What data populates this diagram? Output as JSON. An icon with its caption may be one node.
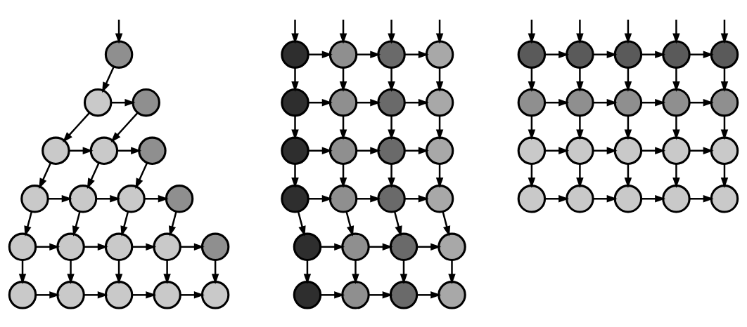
{
  "diagram": {
    "nodes": [
      {
        "text": [],
        "shape": "circle"
      },
      {
        "text": [],
        "shape": "circle"
      },
      {
        "text": [],
        "shape": "circle"
      },
      {
        "text": [],
        "shape": "circle"
      },
      {
        "text": [],
        "shape": "circle"
      },
      {
        "text": [],
        "shape": "circle"
      },
      {
        "text": [],
        "shape": "circle"
      },
      {
        "text": [],
        "shape": "circle"
      },
      {
        "text": [],
        "shape": "circle"
      },
      {
        "text": [],
        "shape": "circle"
      },
      {
        "text": [],
        "shape": "circle"
      },
      {
        "text": [],
        "shape": "circle"
      },
      {
        "text": [],
        "shape": "circle"
      },
      {
        "text": [],
        "shape": "circle"
      },
      {
        "text": [],
        "shape": "circle"
      },
      {
        "text": [],
        "shape": "circle"
      },
      {
        "text": [],
        "shape": "circle"
      },
      {
        "text": [],
        "shape": "circle"
      },
      {
        "text": [],
        "shape": "circle"
      },
      {
        "text": [],
        "shape": "circle"
      },
      {
        "text": [],
        "shape": "circle"
      },
      {
        "text": [],
        "shape": "circle"
      },
      {
        "text": [],
        "shape": "circle"
      },
      {
        "text": [],
        "shape": "circle"
      },
      {
        "text": [],
        "shape": "circle"
      },
      {
        "text": [],
        "shape": "circle"
      },
      {
        "text": [],
        "shape": "circle"
      },
      {
        "text": [],
        "shape": "circle"
      },
      {
        "text": [],
        "shape": "circle"
      },
      {
        "text": [],
        "shape": "circle"
      },
      {
        "text": [],
        "shape": "circle"
      },
      {
        "text": [],
        "shape": "circle"
      },
      {
        "text": [],
        "shape": "circle"
      },
      {
        "text": [],
        "shape": "circle"
      },
      {
        "text": [],
        "shape": "circle"
      },
      {
        "text": [],
        "shape": "circle"
      },
      {
        "text": [],
        "shape": "circle"
      },
      {
        "text": [],
        "shape": "circle"
      },
      {
        "text": [],
        "shape": "circle"
      },
      {
        "text": [],
        "shape": "circle"
      },
      {
        "text": [],
        "shape": "circle"
      },
      {
        "text": [],
        "shape": "circle"
      },
      {
        "text": [],
        "shape": "circle"
      },
      {
        "text": [],
        "shape": "circle"
      },
      {
        "text": [],
        "shape": "circle"
      },
      {
        "text": [],
        "shape": "circle"
      },
      {
        "text": [],
        "shape": "circle"
      },
      {
        "text": [],
        "shape": "circle"
      },
      {
        "text": [],
        "shape": "circle"
      },
      {
        "text": [],
        "shape": "circle"
      },
      {
        "text": [],
        "shape": "circle"
      },
      {
        "text": [],
        "shape": "circle"
      },
      {
        "text": [],
        "shape": "circle"
      },
      {
        "text": [],
        "shape": "circle"
      },
      {
        "text": [],
        "shape": "circle"
      },
      {
        "text": [],
        "shape": "circle"
      },
      {
        "text": [],
        "shape": "circle"
      },
      {
        "text": [],
        "shape": "circle"
      },
      {
        "text": [],
        "shape": "circle"
      },
      {
        "text": [],
        "shape": "circle"
      },
      {
        "text": [],
        "shape": "circle"
      },
      {
        "text": [],
        "shape": "circle"
      },
      {
        "text": [],
        "shape": "circle"
      },
      {
        "text": [],
        "shape": "circle"
      }
    ],
    "edges": [
      {
        "from": null,
        "to": 0,
        "arrow": "to"
      },
      {
        "from": 0,
        "to": 1,
        "arrow": "to"
      },
      {
        "from": 1,
        "to": 2,
        "arrow": "to"
      },
      {
        "from": 1,
        "to": 3,
        "arrow": "to"
      },
      {
        "from": 2,
        "to": 4,
        "arrow": "to"
      },
      {
        "from": 3,
        "to": 4,
        "arrow": "to"
      },
      {
        "from": 4,
        "to": 5,
        "arrow": "to"
      },
      {
        "from": 3,
        "to": 6,
        "arrow": "to"
      },
      {
        "from": 4,
        "to": 7,
        "arrow": "to"
      },
      {
        "from": 5,
        "to": 8,
        "arrow": "to"
      },
      {
        "from": 6,
        "to": 7,
        "arrow": "to"
      },
      {
        "from": 7,
        "to": 8,
        "arrow": "to"
      },
      {
        "from": 8,
        "to": 9,
        "arrow": "to"
      },
      {
        "from": 6,
        "to": 10,
        "arrow": "to"
      },
      {
        "from": 7,
        "to": 11,
        "arrow": "to"
      },
      {
        "from": 8,
        "to": 12,
        "arrow": "to"
      },
      {
        "from": 9,
        "to": 13,
        "arrow": "to"
      },
      {
        "from": 10,
        "to": 11,
        "arrow": "to"
      },
      {
        "from": 11,
        "to": 12,
        "arrow": "to"
      },
      {
        "from": 12,
        "to": 13,
        "arrow": "to"
      },
      {
        "from": 13,
        "to": 14,
        "arrow": "to"
      },
      {
        "from": 10,
        "to": 15,
        "arrow": "to"
      },
      {
        "from": 11,
        "to": 16,
        "arrow": "to"
      },
      {
        "from": 12,
        "to": 17,
        "arrow": "to"
      },
      {
        "from": 13,
        "to": 18,
        "arrow": "to"
      },
      {
        "from": 14,
        "to": 19,
        "arrow": "to"
      },
      {
        "from": 15,
        "to": 16,
        "arrow": "to"
      },
      {
        "from": 16,
        "to": 17,
        "arrow": "to"
      },
      {
        "from": 17,
        "to": 18,
        "arrow": "to"
      },
      {
        "from": 18,
        "to": 19,
        "arrow": "to"
      },
      {
        "from": null,
        "to": 20,
        "arrow": "to"
      },
      {
        "from": null,
        "to": 21,
        "arrow": "to"
      },
      {
        "from": null,
        "to": 22,
        "arrow": "to"
      },
      {
        "from": null,
        "to": 23,
        "arrow": "to"
      },
      {
        "from": 20,
        "to": 21,
        "arrow": "to"
      },
      {
        "from": 21,
        "to": 22,
        "arrow": "to"
      },
      {
        "from": 22,
        "to": 23,
        "arrow": "to"
      },
      {
        "from": 20,
        "to": 24,
        "arrow": "to"
      },
      {
        "from": 21,
        "to": 25,
        "arrow": "to"
      },
      {
        "from": 22,
        "to": 26,
        "arrow": "to"
      },
      {
        "from": 23,
        "to": 27,
        "arrow": "to"
      },
      {
        "from": 24,
        "to": 25,
        "arrow": "to"
      },
      {
        "from": 25,
        "to": 26,
        "arrow": "to"
      },
      {
        "from": 26,
        "to": 27,
        "arrow": "to"
      },
      {
        "from": 24,
        "to": 28,
        "arrow": "to"
      },
      {
        "from": 25,
        "to": 29,
        "arrow": "to"
      },
      {
        "from": 26,
        "to": 30,
        "arrow": "to"
      },
      {
        "from": 27,
        "to": 31,
        "arrow": "to"
      },
      {
        "from": 28,
        "to": 29,
        "arrow": "to"
      },
      {
        "from": 29,
        "to": 30,
        "arrow": "to"
      },
      {
        "from": 30,
        "to": 31,
        "arrow": "to"
      },
      {
        "from": 28,
        "to": 32,
        "arrow": "to"
      },
      {
        "from": 29,
        "to": 33,
        "arrow": "to"
      },
      {
        "from": 30,
        "to": 34,
        "arrow": "to"
      },
      {
        "from": 31,
        "to": 35,
        "arrow": "to"
      },
      {
        "from": 32,
        "to": 33,
        "arrow": "to"
      },
      {
        "from": 33,
        "to": 34,
        "arrow": "to"
      },
      {
        "from": 34,
        "to": 35,
        "arrow": "to"
      },
      {
        "from": 32,
        "to": 36,
        "arrow": "to"
      },
      {
        "from": 33,
        "to": 37,
        "arrow": "to"
      },
      {
        "from": 34,
        "to": 38,
        "arrow": "to"
      },
      {
        "from": 35,
        "to": 39,
        "arrow": "to"
      },
      {
        "from": 36,
        "to": 37,
        "arrow": "to"
      },
      {
        "from": 37,
        "to": 38,
        "arrow": "to"
      },
      {
        "from": 38,
        "to": 39,
        "arrow": "to"
      },
      {
        "from": 36,
        "to": 40,
        "arrow": "to"
      },
      {
        "from": 37,
        "to": 41,
        "arrow": "to"
      },
      {
        "from": 38,
        "to": 42,
        "arrow": "to"
      },
      {
        "from": 39,
        "to": 43,
        "arrow": "to"
      },
      {
        "from": 40,
        "to": 41,
        "arrow": "to"
      },
      {
        "from": 41,
        "to": 42,
        "arrow": "to"
      },
      {
        "from": 42,
        "to": 43,
        "arrow": "to"
      },
      {
        "from": null,
        "to": 44,
        "arrow": "to"
      },
      {
        "from": null,
        "to": 45,
        "arrow": "to"
      },
      {
        "from": null,
        "to": 46,
        "arrow": "to"
      },
      {
        "from": null,
        "to": 47,
        "arrow": "to"
      },
      {
        "from": null,
        "to": 48,
        "arrow": "to"
      },
      {
        "from": 44,
        "to": 45,
        "arrow": "to"
      },
      {
        "from": 45,
        "to": 46,
        "arrow": "to"
      },
      {
        "from": 46,
        "to": 47,
        "arrow": "to"
      },
      {
        "from": 47,
        "to": 48,
        "arrow": "to"
      },
      {
        "from": 44,
        "to": 49,
        "arrow": "to"
      },
      {
        "from": 45,
        "to": 50,
        "arrow": "to"
      },
      {
        "from": 46,
        "to": 51,
        "arrow": "to"
      },
      {
        "from": 47,
        "to": 52,
        "arrow": "to"
      },
      {
        "from": 48,
        "to": 53,
        "arrow": "to"
      },
      {
        "from": 49,
        "to": 50,
        "arrow": "to"
      },
      {
        "from": 50,
        "to": 51,
        "arrow": "to"
      },
      {
        "from": 51,
        "to": 52,
        "arrow": "to"
      },
      {
        "from": 52,
        "to": 53,
        "arrow": "to"
      },
      {
        "from": 49,
        "to": 54,
        "arrow": "to"
      },
      {
        "from": 50,
        "to": 55,
        "arrow": "to"
      },
      {
        "from": 51,
        "to": 56,
        "arrow": "to"
      },
      {
        "from": 52,
        "to": 57,
        "arrow": "to"
      },
      {
        "from": 53,
        "to": 58,
        "arrow": "to"
      },
      {
        "from": 54,
        "to": 55,
        "arrow": "to"
      },
      {
        "from": 55,
        "to": 56,
        "arrow": "to"
      },
      {
        "from": 56,
        "to": 57,
        "arrow": "to"
      },
      {
        "from": 57,
        "to": 58,
        "arrow": "to"
      },
      {
        "from": 54,
        "to": 59,
        "arrow": "to"
      },
      {
        "from": 55,
        "to": 60,
        "arrow": "to"
      },
      {
        "from": 56,
        "to": 61,
        "arrow": "to"
      },
      {
        "from": 57,
        "to": 62,
        "arrow": "to"
      },
      {
        "from": 58,
        "to": 63,
        "arrow": "to"
      },
      {
        "from": 59,
        "to": 60,
        "arrow": "to"
      },
      {
        "from": 60,
        "to": 61,
        "arrow": "to"
      },
      {
        "from": 61,
        "to": 62,
        "arrow": "to"
      },
      {
        "from": 62,
        "to": 63,
        "arrow": "to"
      }
    ]
  }
}
